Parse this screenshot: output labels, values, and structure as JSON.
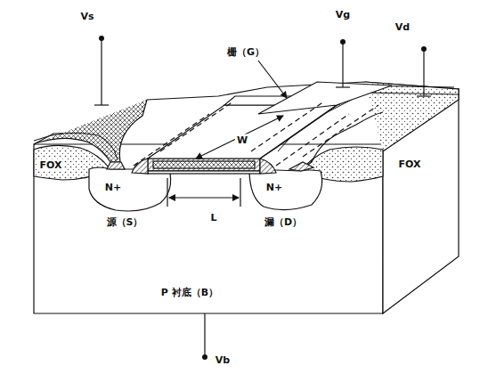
{
  "diagram": {
    "labels": [
      "Vs",
      "Vg",
      "Vd",
      "栅（G）",
      "W",
      "FOX",
      "FOX",
      "N+",
      "N+",
      "源（S）",
      "L",
      "漏（D）",
      "P 衬底（B）",
      "Vb"
    ]
  }
}
